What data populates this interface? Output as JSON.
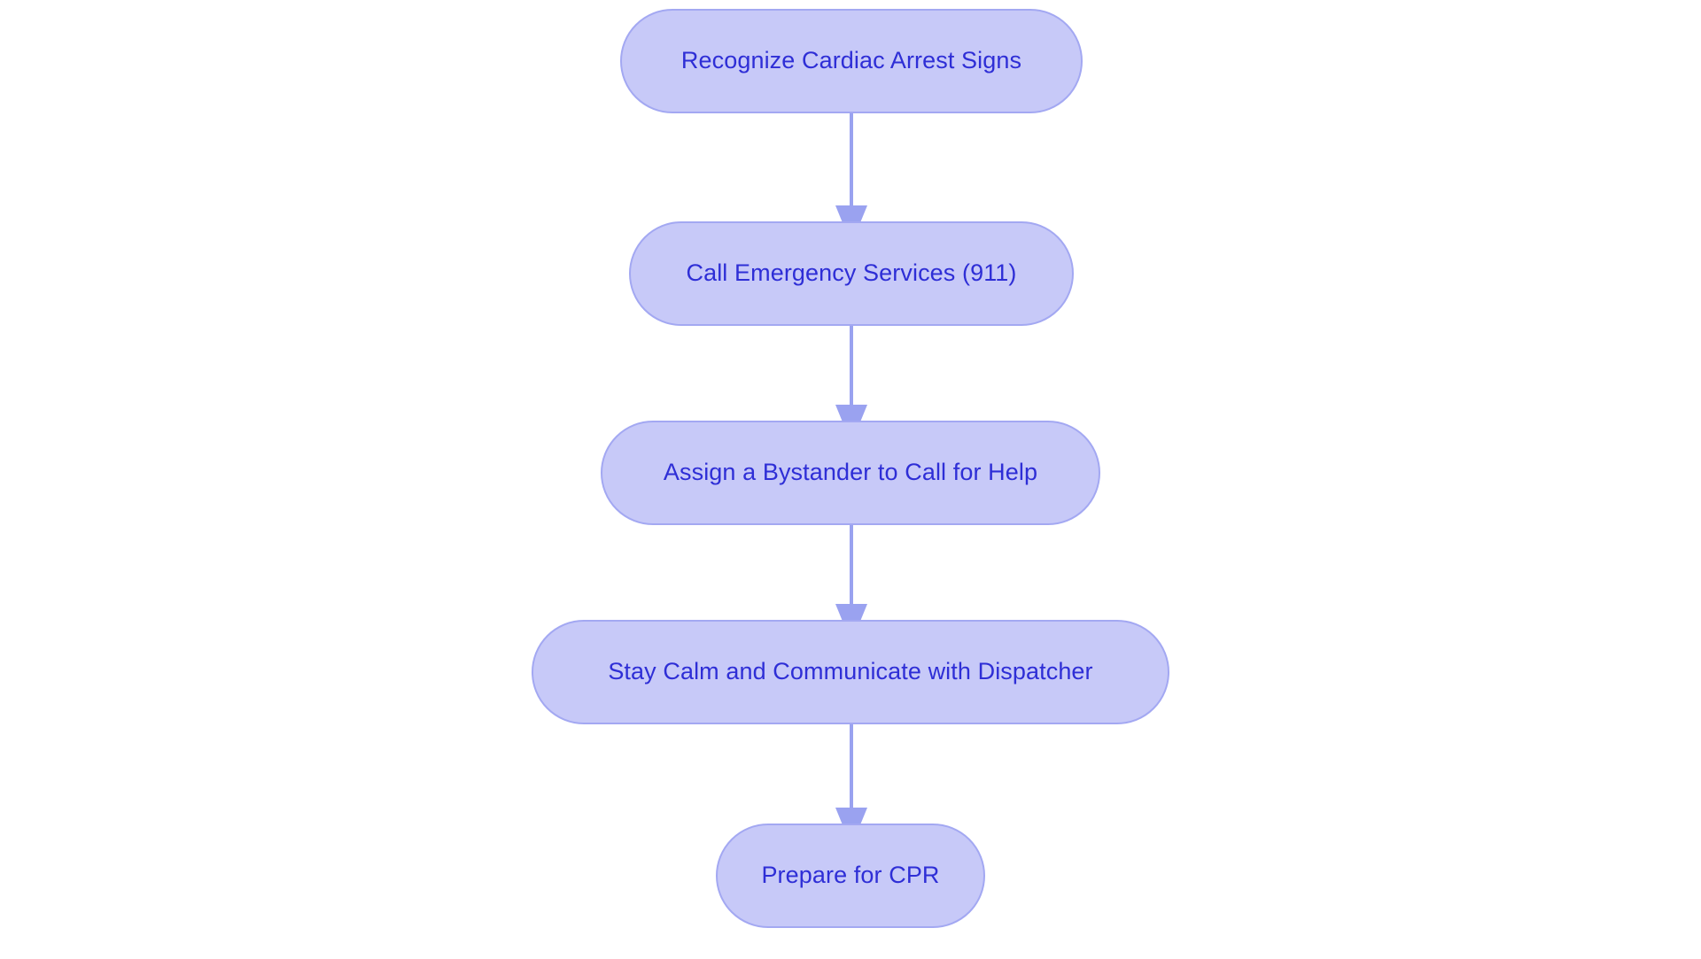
{
  "diagram": {
    "type": "flowchart",
    "orientation": "top-to-bottom",
    "background_color": "#ffffff",
    "node_fill_color": "#c7c9f8",
    "node_border_color": "#a3a8f2",
    "node_text_color": "#2e2ed6",
    "edge_color": "#9aa2f0",
    "nodes": [
      {
        "id": "recognize-cardiac-arrest-signs",
        "label": "Recognize Cardiac Arrest Signs"
      },
      {
        "id": "call-emergency-services",
        "label": "Call Emergency Services (911)"
      },
      {
        "id": "assign-bystander",
        "label": "Assign a Bystander to Call for Help"
      },
      {
        "id": "stay-calm-communicate",
        "label": "Stay Calm and Communicate with Dispatcher"
      },
      {
        "id": "prepare-for-cpr",
        "label": "Prepare for CPR"
      }
    ],
    "edges": [
      {
        "from": "recognize-cardiac-arrest-signs",
        "to": "call-emergency-services",
        "label": ""
      },
      {
        "from": "call-emergency-services",
        "to": "assign-bystander",
        "label": ""
      },
      {
        "from": "assign-bystander",
        "to": "stay-calm-communicate",
        "label": ""
      },
      {
        "from": "stay-calm-communicate",
        "to": "prepare-for-cpr",
        "label": ""
      }
    ]
  }
}
